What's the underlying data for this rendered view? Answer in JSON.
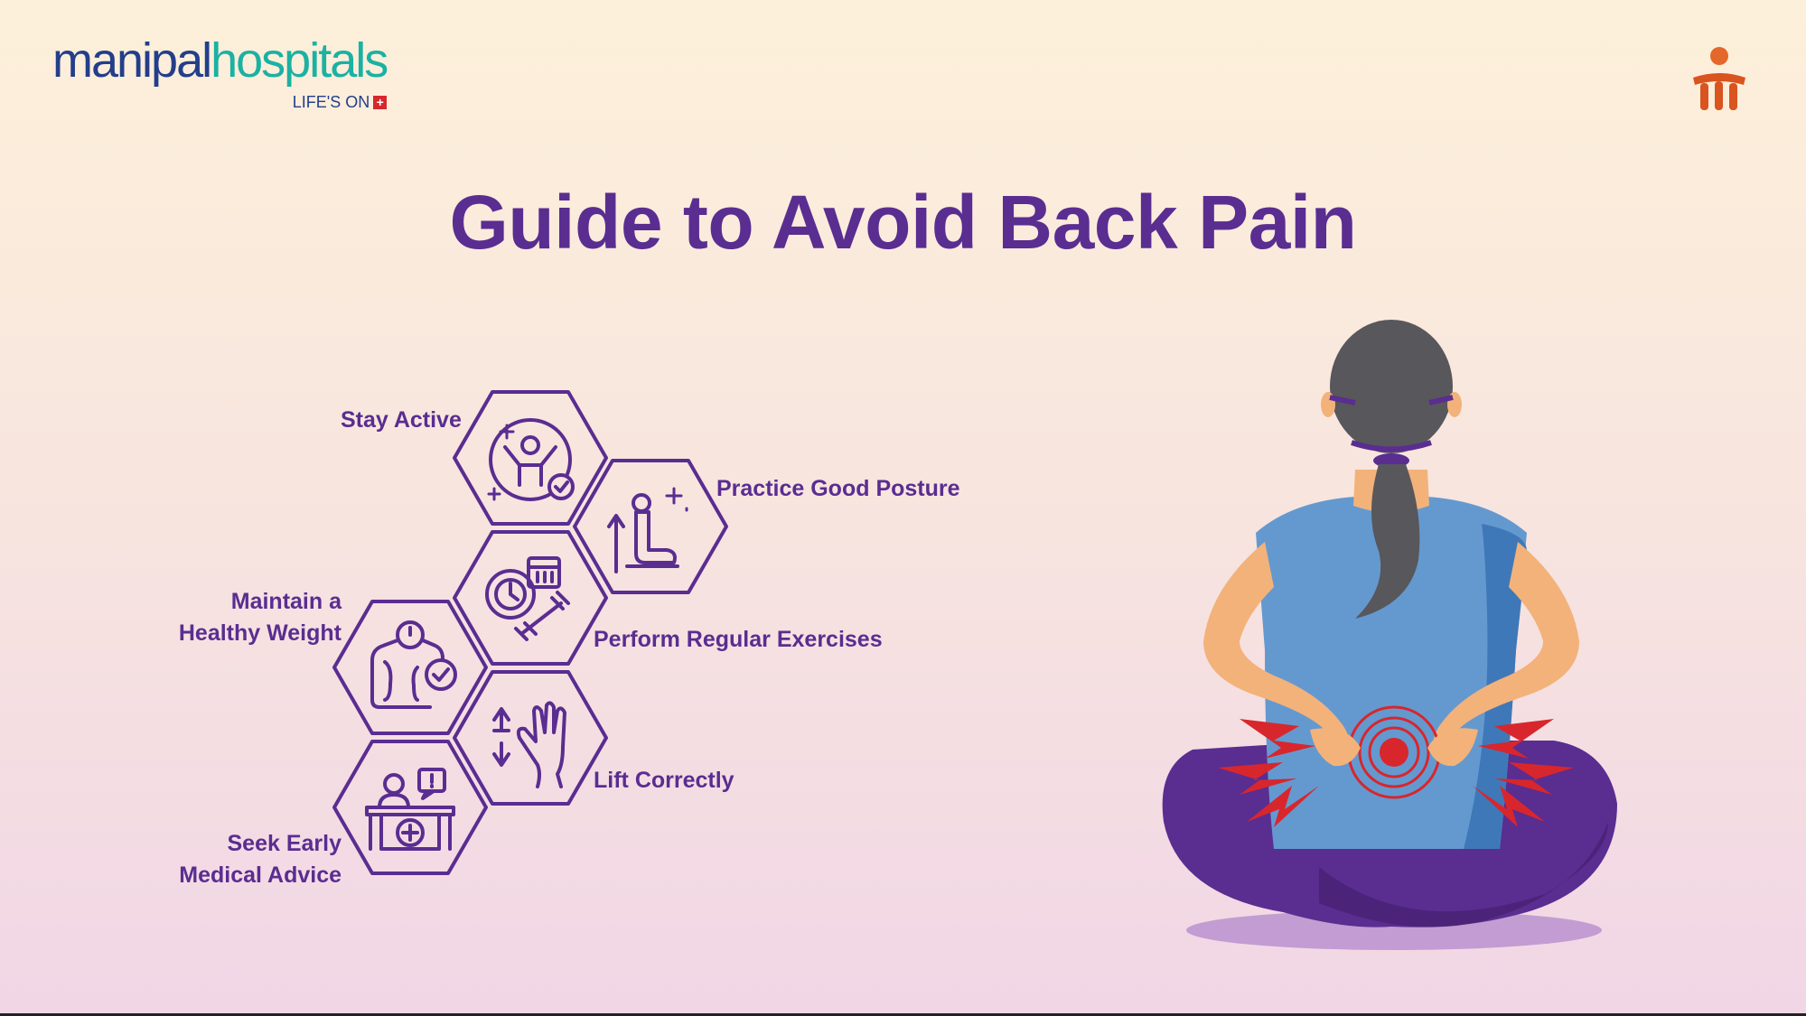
{
  "brand": {
    "logo_part1": "manipal",
    "logo_part2": "hospitals",
    "tagline": "LIFE'S ON",
    "tagline_mark": "+"
  },
  "title": "Guide to Avoid Back Pain",
  "tips": [
    {
      "label": "Stay Active",
      "icon": "active-person-icon"
    },
    {
      "label": "Practice Good Posture",
      "icon": "posture-icon"
    },
    {
      "label": "Perform Regular Exercises",
      "icon": "exercise-icon"
    },
    {
      "label": "Maintain a Healthy Weight",
      "label_line1": "Maintain a",
      "label_line2": "Healthy Weight",
      "icon": "weight-scale-icon"
    },
    {
      "label": "Lift Correctly",
      "icon": "lift-hand-icon"
    },
    {
      "label": "Seek Early Medical Advice",
      "label_line1": "Seek Early",
      "label_line2": "Medical Advice",
      "icon": "medical-advice-icon"
    }
  ],
  "colors": {
    "title": "#5a2d91",
    "logo_blue": "#233e8b",
    "logo_teal": "#1bb1a3",
    "pain": "#d8262d",
    "shirt": "#6499cf",
    "pants": "#5a2d91",
    "skin": "#f3b27a",
    "hair": "#58575b"
  }
}
